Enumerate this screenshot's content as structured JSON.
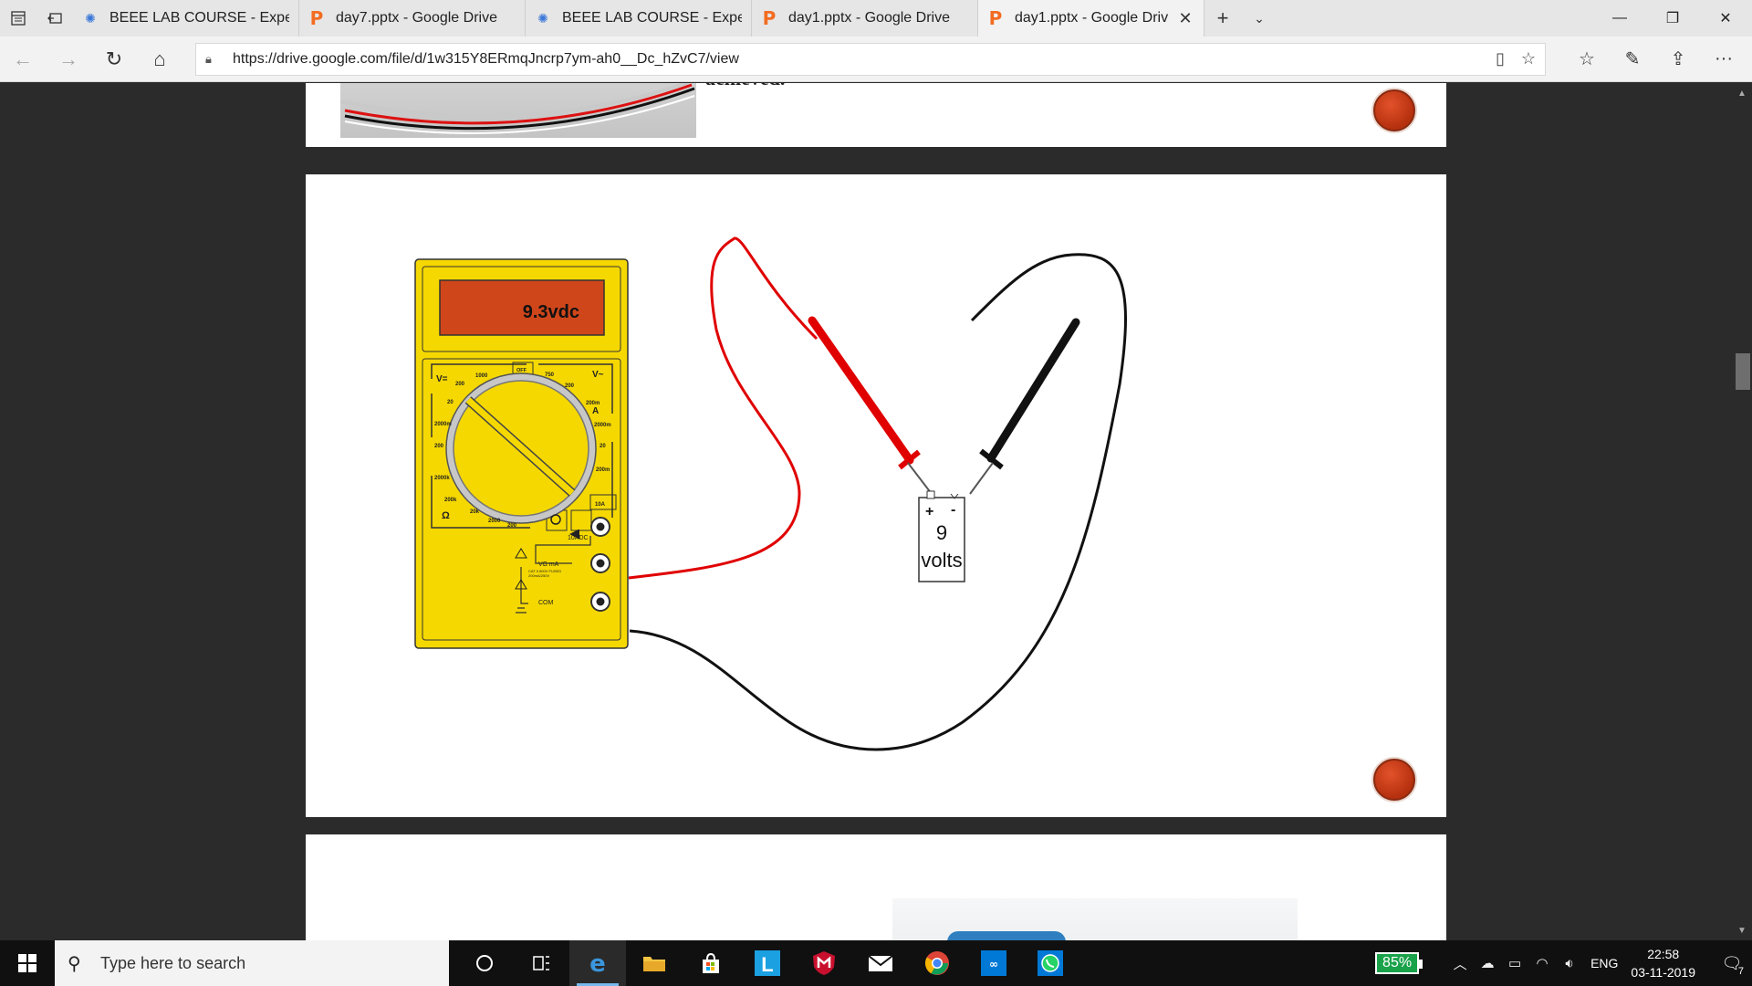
{
  "tabs": [
    {
      "title": "BEEE LAB COURSE - Experin",
      "icon": "gear-favicon",
      "active": false
    },
    {
      "title": "day7.pptx - Google Drive",
      "icon": "powerpoint-favicon",
      "active": false
    },
    {
      "title": "BEEE LAB COURSE - Experin",
      "icon": "gear-favicon",
      "active": false
    },
    {
      "title": "day1.pptx - Google Drive",
      "icon": "powerpoint-favicon",
      "active": false
    },
    {
      "title": "day1.pptx - Google Driv",
      "icon": "powerpoint-favicon",
      "active": true
    }
  ],
  "address_bar": {
    "url": "https://drive.google.com/file/d/1w315Y8ERmqJncrp7ym-ah0__Dc_hZvC7/view"
  },
  "slide1": {
    "cut_text": "achieved."
  },
  "multimeter": {
    "display": "9.3vdc",
    "labels": {
      "v_dc": "V=",
      "v_ac": "V~",
      "off": "OFF",
      "ohm": "Ω",
      "amp": "A",
      "r_1000": "1000",
      "r_750": "750",
      "r_200": "200",
      "r_20": "20",
      "r_2000": "2000",
      "r_200k": "200k",
      "r_20k": "20k",
      "r_2000k": "2000k",
      "r_200m": "200m",
      "r_2000m": "2000m",
      "r_10a": "10A",
      "port_10adc": "10ADC",
      "port_vma": "VΩ mA",
      "port_com": "COM",
      "warning": "CAT II 600V FUSED 200mA/250V"
    }
  },
  "battery": {
    "plus": "+",
    "minus": "-",
    "value": "9",
    "unit": "volts"
  },
  "taskbar": {
    "search_placeholder": "Type here to search",
    "apps": [
      "task-view",
      "edge",
      "file-explorer",
      "store",
      "l-app",
      "mcafee",
      "mail",
      "chrome",
      "arduino",
      "whatsapp"
    ],
    "battery": "85%",
    "language": "ENG",
    "time": "22:58",
    "date": "03-11-2019",
    "notifications": "7"
  },
  "colors": {
    "accent": "#76b9ed",
    "meter_body": "#f5d800",
    "meter_screen": "#d0461b",
    "red_probe": "#e00000",
    "black_probe": "#111111"
  }
}
